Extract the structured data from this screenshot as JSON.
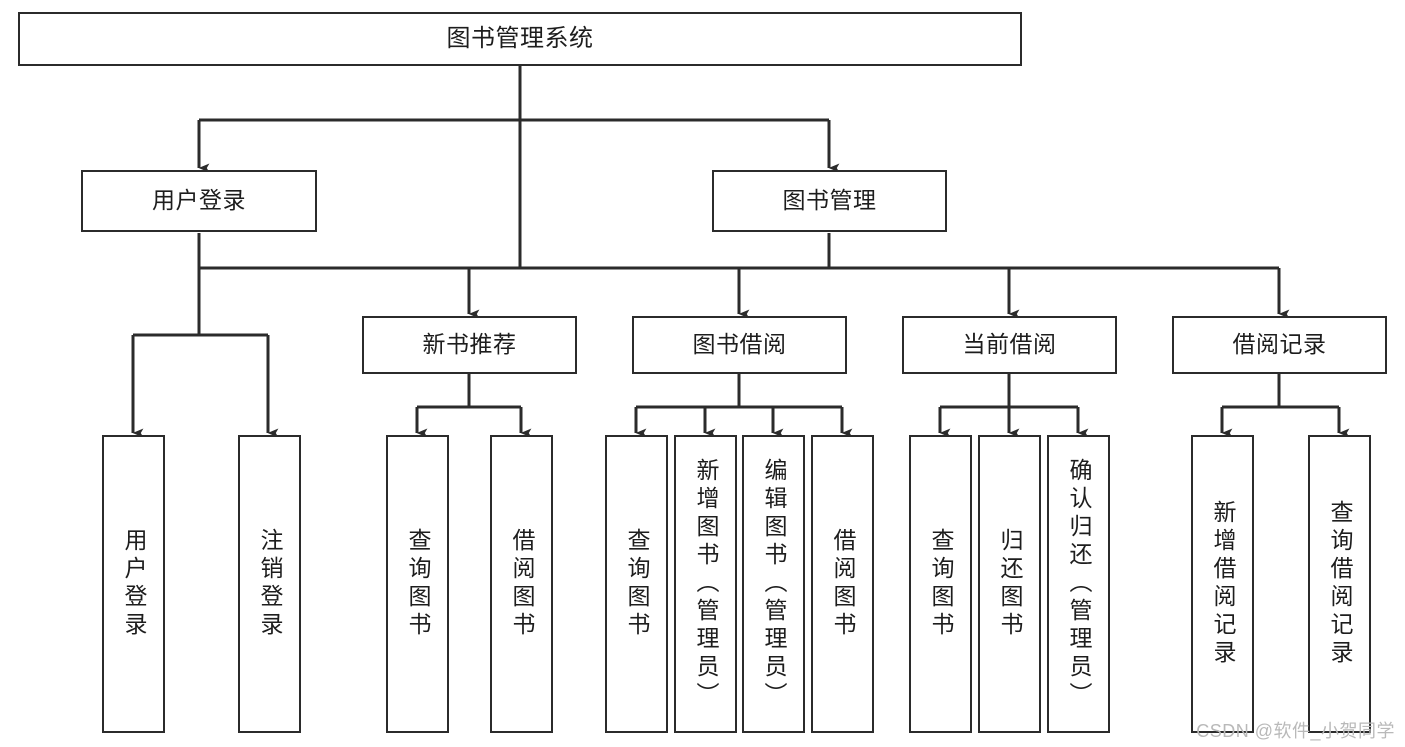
{
  "diagram": {
    "title": "图书管理系统",
    "type": "tree-hierarchy",
    "watermark": "CSDN @软件_小贺同学",
    "colors": {
      "box_border": "#2b2b2b",
      "box_fill": "#ffffff",
      "connector": "#2b2b2b",
      "text": "#1d1d1d",
      "watermark": "#b9b9b9",
      "background": "#ffffff"
    },
    "nodes": {
      "root": {
        "label": "图书管理系统"
      },
      "level2": [
        {
          "label": "用户登录"
        },
        {
          "label": "图书管理"
        }
      ],
      "level3": [
        {
          "label": "新书推荐"
        },
        {
          "label": "图书借阅"
        },
        {
          "label": "当前借阅"
        },
        {
          "label": "借阅记录"
        }
      ],
      "leaves_user_login": [
        {
          "label": "用户登录"
        },
        {
          "label": "注销登录"
        }
      ],
      "leaves_new_book": [
        {
          "label": "查询图书"
        },
        {
          "label": "借阅图书"
        }
      ],
      "leaves_borrow": [
        {
          "label": "查询图书"
        },
        {
          "label": "新增图书（管理员）"
        },
        {
          "label": "编辑图书（管理员）"
        },
        {
          "label": "借阅图书"
        }
      ],
      "leaves_current": [
        {
          "label": "查询图书"
        },
        {
          "label": "归还图书"
        },
        {
          "label": "确认归还（管理员）"
        }
      ],
      "leaves_records": [
        {
          "label": "新增借阅记录"
        },
        {
          "label": "查询借阅记录"
        }
      ]
    }
  }
}
